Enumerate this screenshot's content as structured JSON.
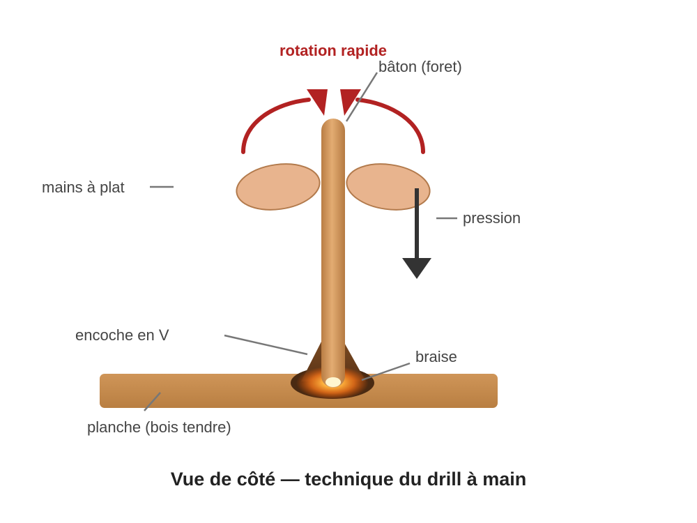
{
  "diagram": {
    "rotation_label": "rotation rapide",
    "labels": {
      "stick": "bâton (foret)",
      "hands": "mains à plat",
      "pressure": "pression",
      "notch": "encoche en V",
      "ember": "braise",
      "board": "planche (bois tendre)"
    },
    "caption": "Vue de côté — technique du drill à main"
  },
  "colors": {
    "rotation_arrow": "#b22222",
    "pressure_arrow": "#333333",
    "hand_fill": "#e8b48e",
    "hand_stroke": "#b27a4c",
    "stick": "#d9a066",
    "board": "#c48a4c",
    "ember": "#ff9a2a",
    "leader_line": "#777777",
    "label_text": "#444444",
    "caption_text": "#222222"
  }
}
